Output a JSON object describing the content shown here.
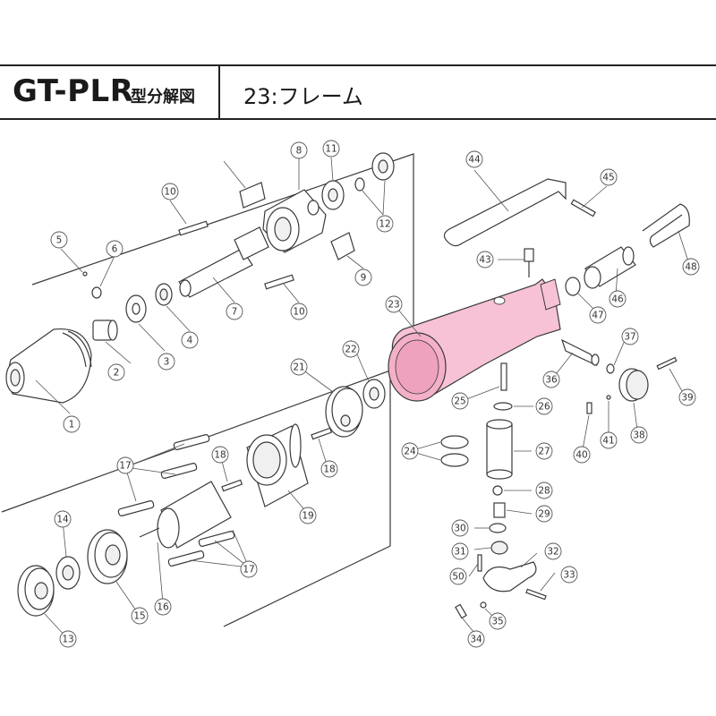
{
  "header": {
    "model": "GT-PLR",
    "title_suffix": "型分解図",
    "part_name": "23:フレーム"
  },
  "highlight": {
    "part_number": "23",
    "color": "#f7c2d6"
  },
  "callouts": [
    "1",
    "2",
    "3",
    "4",
    "5",
    "6",
    "7",
    "8",
    "9",
    "10",
    "10",
    "11",
    "12",
    "13",
    "14",
    "15",
    "16",
    "17",
    "17",
    "18",
    "18",
    "19",
    "21",
    "22",
    "23",
    "24",
    "25",
    "26",
    "27",
    "28",
    "29",
    "30",
    "31",
    "32",
    "33",
    "34",
    "35",
    "36",
    "37",
    "38",
    "39",
    "40",
    "41",
    "43",
    "44",
    "45",
    "46",
    "47",
    "48",
    "50"
  ]
}
